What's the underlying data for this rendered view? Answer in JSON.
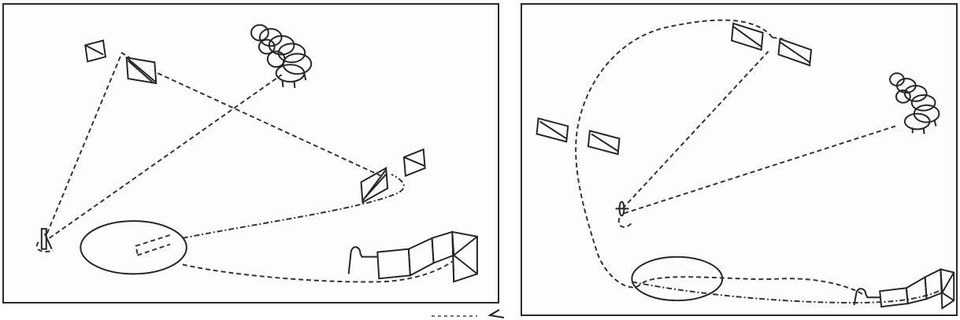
{
  "figure": {
    "panels": [
      {
        "id": "left",
        "elements": [
          "camera",
          "camera",
          "camera",
          "camera",
          "sheep-flock",
          "ellipse-workspace",
          "conveyor-track",
          "viewer-marker"
        ]
      },
      {
        "id": "right",
        "elements": [
          "camera",
          "camera",
          "camera",
          "camera",
          "sheep-flock",
          "ellipse-workspace",
          "conveyor-track",
          "viewer-marker"
        ]
      }
    ],
    "ink_color": "#262626",
    "background_color": "#ffffff"
  }
}
